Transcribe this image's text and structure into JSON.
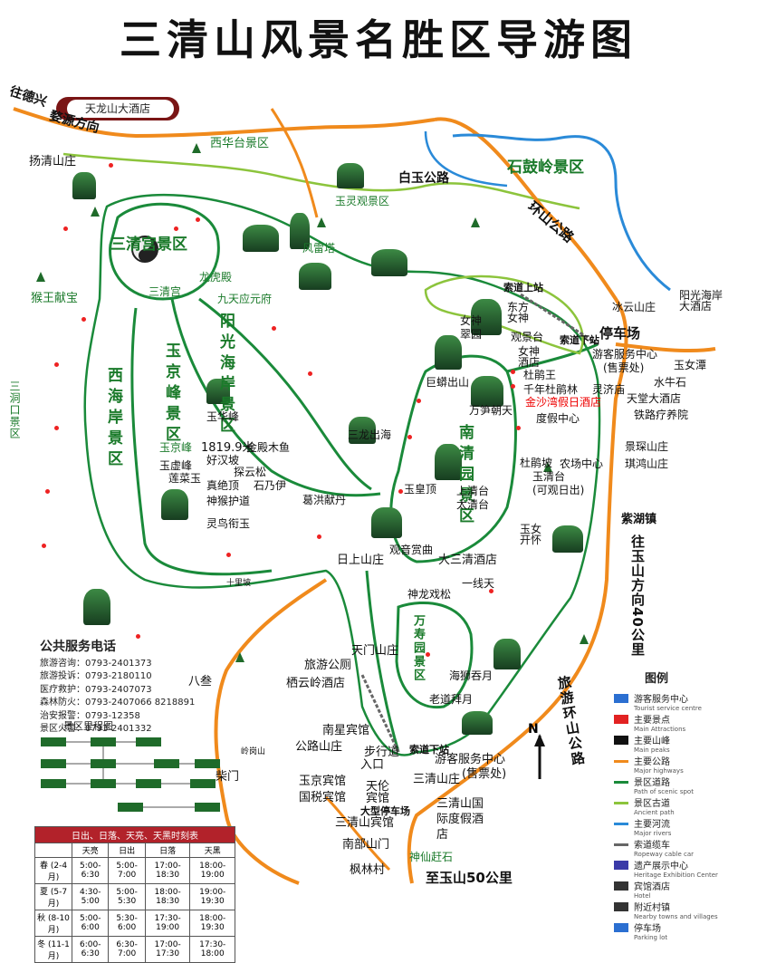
{
  "title": "三清山风景名胜区导游图",
  "hotel_banner": "天龙山大酒店",
  "zones": {
    "sanqinggong": "三清宫景区",
    "shiguling": "石鼓岭景区",
    "xihaian": "西海岸景区",
    "yangguang": "阳光海岸景区",
    "yujingfeng": "玉京峰景区",
    "nanqingyuan": "南清园景区",
    "wanshouyuan": "万寿园景区"
  },
  "roads": {
    "wangdexing": "往德兴",
    "wuyuan": "婺源方向",
    "baiyu": "白玉公路",
    "huanshan": "环山公路",
    "lvyou": "旅游环山公路",
    "yushan40": "往玉山方向40公里",
    "yushan50": "至玉山50公里"
  },
  "places": {
    "xihuatai": "西华台景区",
    "yangqing": "扬清山庄",
    "houwang": "猴王献宝",
    "sandongkou": "三洞口景区",
    "yulingguan": "玉灵观景区",
    "fengleita": "风雷塔",
    "sanqinggong": "三清宫",
    "longhudian": "龙虎殿",
    "jiutian": "九天应元府",
    "yujingfeng": "玉京峰",
    "height": "1819.9米",
    "jindian": "金殿木鱼",
    "haohan": "好汉坡",
    "wuhuafeng": "玉华峰",
    "yuxufeng": "玉虚峰",
    "zhenxianding": "真绝顶",
    "tansongzhen": "探云松",
    "shinai": "石乃伊",
    "laihuo": "神猴护道",
    "linghu": "灵鸟衔玉",
    "lianhua": "莲菜玉",
    "gehong": "葛洪献丹",
    "riyuan": "日上山庄",
    "juchan": "巨蟒出山",
    "sanlong": "三龙出海",
    "wanshun": "万笋朝天",
    "yuhuangding": "玉皇顶",
    "guanyin": "观音赏曲",
    "dasanqing": "大三清酒店",
    "shenlong": "神龙戏松",
    "yixiantian": "一线天",
    "shangqing": "上清台",
    "taiqing": "太清台",
    "yunv": "玉女开怀",
    "dongfang": "东方女神",
    "nvshen": "女神",
    "cuiyuan": "翠园",
    "guanjing": "观景台",
    "nvshenjiudian": "女神酒店",
    "zhuhuwang": "杜鹃王",
    "qiannian": "千年杜鹃林",
    "lingji": "灵济庙",
    "jinsha": "金沙湾假日酒店",
    "dujia": "度假中心",
    "nongzhuang": "农场中心",
    "zhuhupo": "杜鹃坡",
    "yuqingtai": "玉清台",
    "kanri": "(可观日出)",
    "suodao_up": "索道上站",
    "suodao_down": "索道下站",
    "parking": "停车场",
    "youke": "游客服务中心",
    "shoupiao": "(售票处)",
    "bingyun": "冰云山庄",
    "yangguanghaian": "阳光海岸大酒店",
    "yutu": "玉女潭",
    "shuiniushi": "水牛石",
    "tiantang": "天堂大酒店",
    "tielu": "铁路疗养院",
    "jingcai": "景琛山庄",
    "qihong": "琪鸿山庄",
    "zihu": "紫湖镇",
    "tianmen": "天门山庄",
    "lvyou": "旅游公厕",
    "yunling": "栖云岭酒店",
    "haishi": "海狮吞月",
    "laodao": "老道拜月",
    "nanxing": "南星宾馆",
    "gonglu": "公路山庄",
    "buxing": "步行道",
    "rukou": "入口",
    "suodao_down2": "索道下站",
    "youke2": "游客服务中心",
    "shoupiao2": "(售票处)",
    "sanqingshanzhuang": "三清山庄",
    "yujing_bg": "玉京宾馆",
    "guoshui": "国税宾馆",
    "tianlun": "天伦宾馆",
    "big_parking": "大型停车场",
    "sanqingshan_bg": "三清山宾馆",
    "guoji": "三清山国际度假酒店",
    "nanbu": "南部山门",
    "shenxian": "神仙赶石",
    "fenglin": "枫林村",
    "chaimen": "柴门",
    "bagen": "八叁",
    "lingshan": "岭岗山",
    "gaosong": "十里坡"
  },
  "services": {
    "heading": "公共服务电话",
    "lines": [
      "旅游咨询：0793-2401373",
      "旅游投诉：0793-2180110",
      "医疗救护：0793-2407073",
      "森林防火：0793-2407066 8218891",
      "治安报警：0793-12358",
      "景区火警：0793-2401332"
    ]
  },
  "distance_title": "景区里程图",
  "sun_table": {
    "caption": "日出、日落、天亮、天黑时刻表",
    "headers": [
      "",
      "天亮",
      "日出",
      "日落",
      "天黑"
    ],
    "rows": [
      [
        "春 (2-4月)",
        "5:00-6:30",
        "5:00-7:00",
        "17:00-18:30",
        "18:00-19:00"
      ],
      [
        "夏 (5-7月)",
        "4:30-5:00",
        "5:00-5:30",
        "18:00-18:30",
        "19:00-19:30"
      ],
      [
        "秋 (8-10月)",
        "5:00-6:00",
        "5:30-6:00",
        "17:30-19:00",
        "18:00-19:30"
      ],
      [
        "冬 (11-1月)",
        "6:00-6:30",
        "6:30-7:00",
        "17:00-17:30",
        "17:30-18:00"
      ]
    ]
  },
  "legend": {
    "title": "图例",
    "items": [
      {
        "cn": "游客服务中心",
        "en": "Tourist service centre",
        "color": "#2b6fd1"
      },
      {
        "cn": "主要景点",
        "en": "Main Attractions",
        "color": "#e22222"
      },
      {
        "cn": "主要山峰",
        "en": "Main peaks",
        "color": "#111111"
      },
      {
        "cn": "主要公路",
        "en": "Major highways",
        "color": "#f08a1c"
      },
      {
        "cn": "景区道路",
        "en": "Path of scenic spot",
        "color": "#1a8a3a"
      },
      {
        "cn": "景区古道",
        "en": "Ancient path",
        "color": "#8cc43c"
      },
      {
        "cn": "主要河流",
        "en": "Major rivers",
        "color": "#2a8ad8"
      },
      {
        "cn": "索道缆车",
        "en": "Ropeway cable car",
        "color": "#666666"
      },
      {
        "cn": "遗产展示中心",
        "en": "Heritage Exhibition Center",
        "color": "#3a3aa8"
      },
      {
        "cn": "宾馆酒店",
        "en": "Hotel",
        "color": "#333333"
      },
      {
        "cn": "附近村镇",
        "en": "Nearby towns and villages",
        "color": "#333333"
      },
      {
        "cn": "停车场",
        "en": "Parking lot",
        "color": "#2b6fd1"
      }
    ]
  },
  "north": "N"
}
